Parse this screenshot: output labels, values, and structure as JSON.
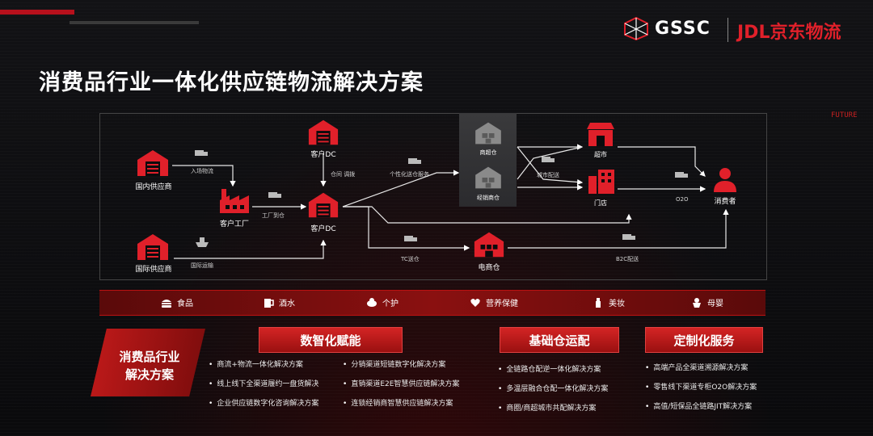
{
  "header": {
    "title": "消费品行业一体化供应链物流解决方案",
    "logo_gssc": "GSSC",
    "logo_jdl": "JDL京东物流",
    "future_tag": "FUTURE"
  },
  "nodes": {
    "domestic_supplier": "国内供应商",
    "intl_supplier": "国际供应商",
    "client_factory": "客户工厂",
    "client_dc_top": "客户DC",
    "client_dc": "客户DC",
    "mall_warehouse": "商超仓",
    "distributor_warehouse": "经销商仓",
    "ecommerce_warehouse": "电商仓",
    "supermarket": "超市",
    "store": "门店",
    "consumer": "消费者"
  },
  "edges": {
    "inbound": "入场物流",
    "international": "国际运输",
    "factory_to_dc": "工厂到仓",
    "warehouse_transfer": "仓间 调拨",
    "personalized": "个性化送仓服务",
    "city_delivery": "城市配送",
    "tc_transfer": "TC送仓",
    "b2c_delivery": "B2C配送",
    "o2o": "O2O"
  },
  "categories": [
    {
      "label": "食品",
      "icon": "burger-icon"
    },
    {
      "label": "酒水",
      "icon": "beer-icon"
    },
    {
      "label": "个护",
      "icon": "care-icon"
    },
    {
      "label": "营养保健",
      "icon": "health-icon"
    },
    {
      "label": "美妆",
      "icon": "cosmetics-icon"
    },
    {
      "label": "母婴",
      "icon": "baby-icon"
    }
  ],
  "solutions": {
    "banner_line1": "消费品行业",
    "banner_line2": "解决方案",
    "digital": {
      "title": "数智化赋能",
      "left": [
        "商流+物流一体化解决方案",
        "线上线下全渠道履约一盘货解决",
        "企业供应链数字化咨询解决方案"
      ],
      "right": [
        "分销渠道短链数字化解决方案",
        "直销渠道E2E智慧供应链解决方案",
        "连锁经销商智慧供应链解决方案"
      ]
    },
    "base": {
      "title": "基础仓运配",
      "items": [
        "全链路仓配逆一体化解决方案",
        "多温层融合仓配一体化解决方案",
        "商圈/商超城市共配解决方案"
      ]
    },
    "custom": {
      "title": "定制化服务",
      "items": [
        "高端产品全渠道溯源解决方案",
        "零售线下渠道专柜O2O解决方案",
        "高值/短保品全链路JIT解决方案"
      ]
    }
  },
  "colors": {
    "accent": "#d42424",
    "bg": "#0b0b0d"
  }
}
